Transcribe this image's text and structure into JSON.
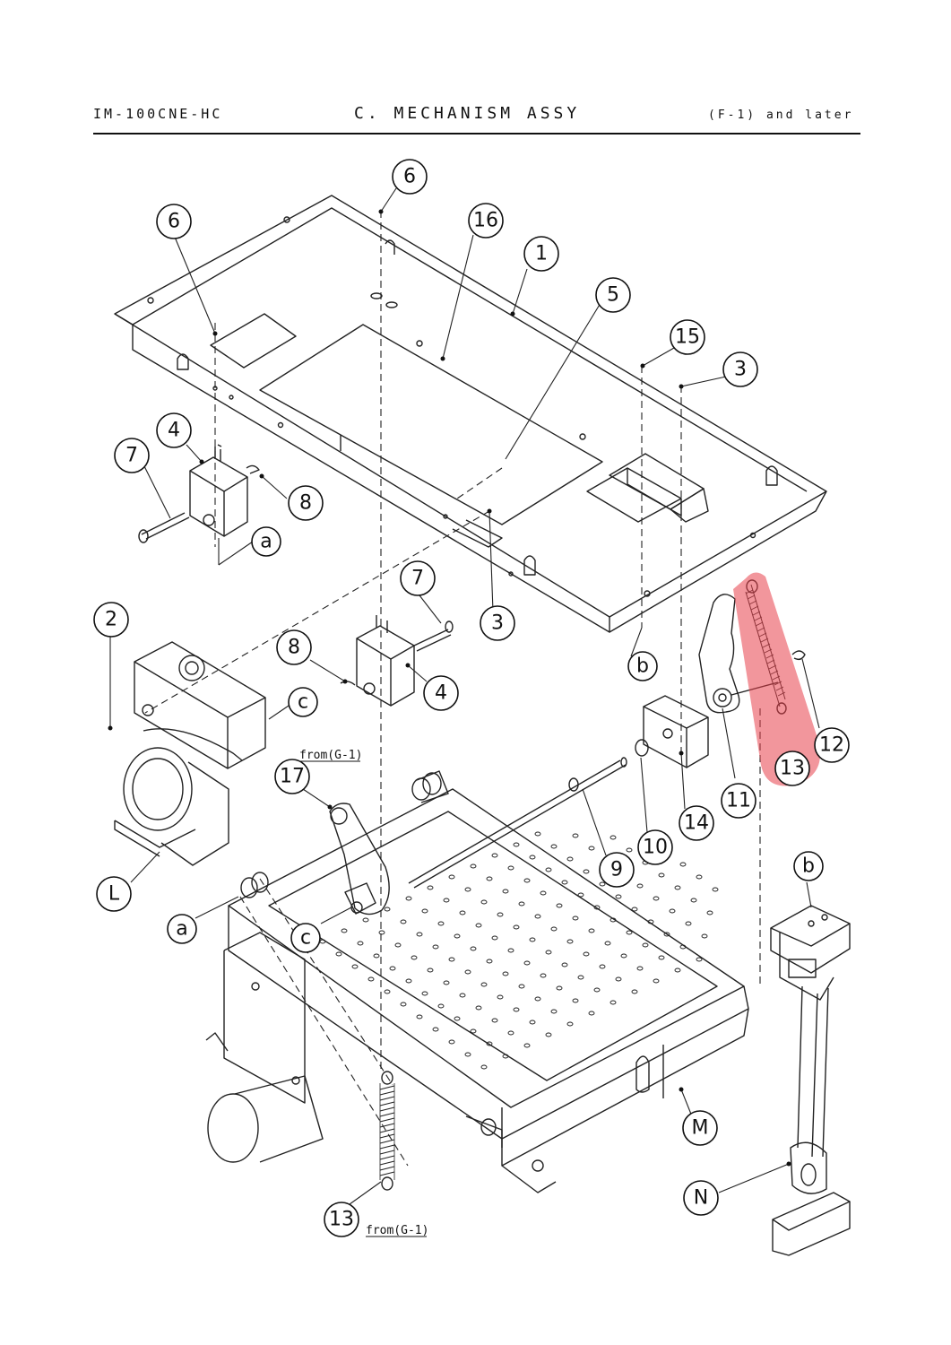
{
  "header": {
    "model": "IM-100CNE-HC",
    "section_title": "C. MECHANISM ASSY",
    "revision": "(F-1) and later"
  },
  "callouts": {
    "c1": "1",
    "c2": "2",
    "c3a": "3",
    "c3b": "3",
    "c4a": "4",
    "c4b": "4",
    "c5": "5",
    "c6a": "6",
    "c6b": "6",
    "c7a": "7",
    "c7b": "7",
    "c8a": "8",
    "c8b": "8",
    "c9": "9",
    "c10": "10",
    "c11": "11",
    "c12": "12",
    "c13a": "13",
    "c13b": "13",
    "c14": "14",
    "c15": "15",
    "c16": "16",
    "c17": "17",
    "ca1": "a",
    "ca2": "a",
    "cb1": "b",
    "cb2": "b",
    "cc1": "c",
    "cc2": "c",
    "cL": "L",
    "cM": "M",
    "cN": "N"
  },
  "notes": {
    "from_g1_top": "from(G-1)",
    "from_g1_bottom": "from(G-1)"
  },
  "highlight": {
    "part": "13",
    "color": "#e8404a"
  }
}
